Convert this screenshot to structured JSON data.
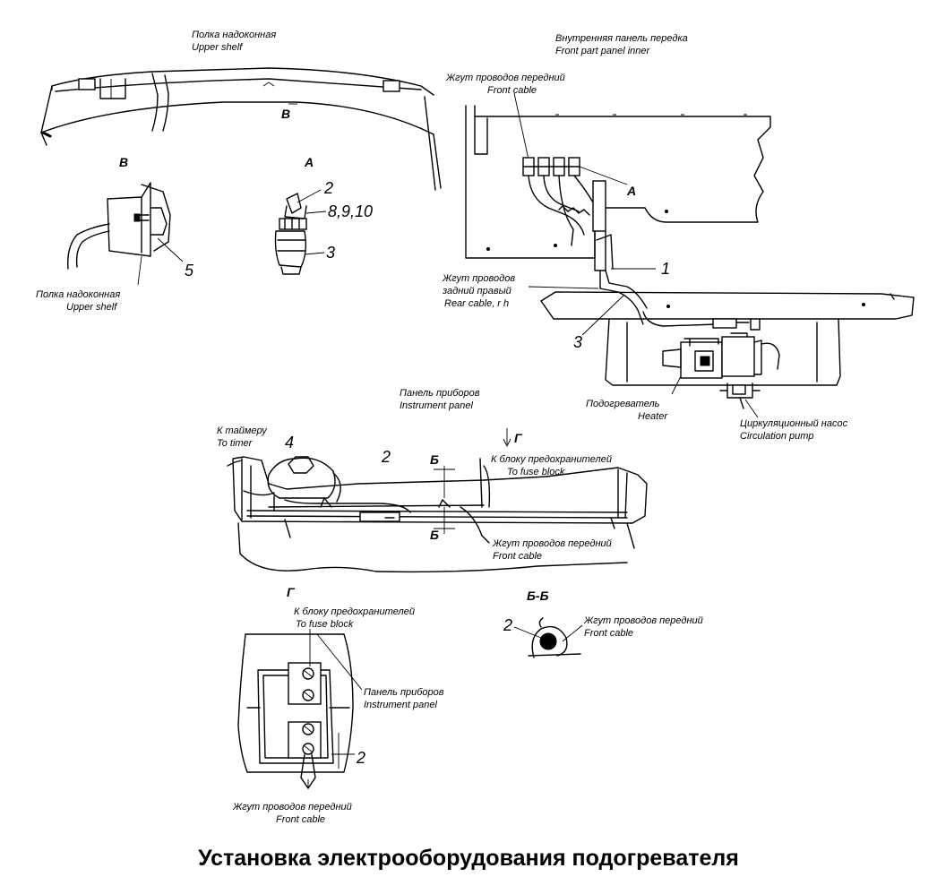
{
  "title": "Установка электрооборудования подогревателя",
  "labels": {
    "upper_shelf_top": [
      "Полка надоконная",
      "Upper shelf"
    ],
    "front_panel_inner": [
      "Внутренняя панель передка",
      "Front part panel  inner"
    ],
    "front_cable_top": [
      "Жгут проводов передний",
      "Front cable"
    ],
    "rear_cable_rh": [
      "Жгут проводов",
      "задний правый",
      "Rear cable, r h"
    ],
    "upper_shelf_view": [
      "Полка надоконная",
      "Upper shelf"
    ],
    "heater": [
      "Подогреватель",
      "Heater"
    ],
    "circ_pump": [
      "Циркуляционный насос",
      "Circulation pump"
    ],
    "instrument_panel_mid": [
      "Панель приборов",
      "Instrument panel"
    ],
    "to_timer": [
      "К таймеру",
      "To timer"
    ],
    "to_fuse_mid": [
      "К блоку предохранителей",
      "To fuse block"
    ],
    "front_cable_mid": [
      "Жгут проводов передний",
      "Front cable"
    ],
    "to_fuse_g": [
      "К блоку предохранителей",
      "To fuse block"
    ],
    "instrument_panel_g": [
      "Панель приборов",
      "Instrument panel"
    ],
    "front_cable_g": [
      "Жгут проводов передний",
      "Front cable"
    ],
    "front_cable_bb": [
      "Жгут проводов передний",
      "Front cable"
    ]
  },
  "views": {
    "v_top": "В",
    "b": "В",
    "a": "А",
    "a_marker": "А",
    "g_arrow": "Г",
    "g_view": "Г",
    "b_mark_top": "Б",
    "b_mark_bottom": "Б",
    "bb": "Б-Б"
  },
  "numbers": {
    "a_2": "2",
    "a_8910": "8,9,10",
    "a_3": "3",
    "b_5": "5",
    "right_1": "1",
    "right_3": "3",
    "mid_4": "4",
    "mid_2": "2",
    "g_2": "2",
    "bb_2": "2"
  }
}
